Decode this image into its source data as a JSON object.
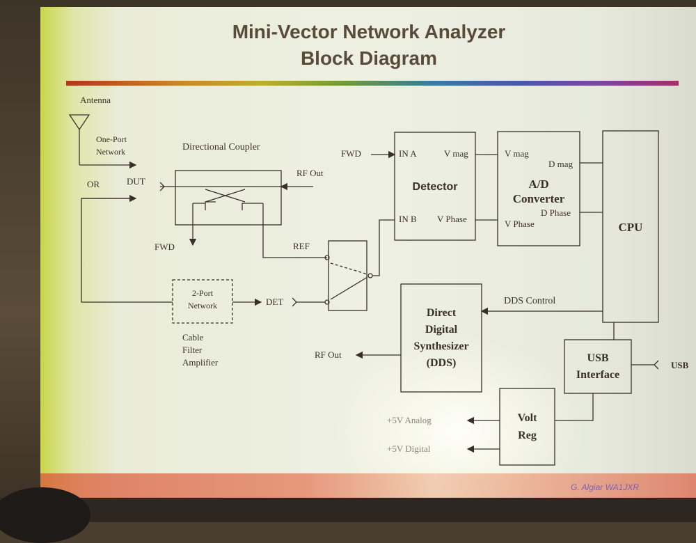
{
  "slide": {
    "title_line1": "Mini-Vector Network  Analyzer",
    "title_line2": "Block Diagram",
    "credit": "G. Algiar WA1JXR"
  },
  "labels": {
    "antenna": "Antenna",
    "one_port_1": "One-Port",
    "one_port_2": "Network",
    "directional_coupler": "Directional Coupler",
    "rf_out_top": "RF Out",
    "or": "OR",
    "dut": "DUT",
    "fwd_left": "FWD",
    "ref": "REF",
    "two_port_1": "2-Port",
    "two_port_2": "Network",
    "det": "DET",
    "cable": "Cable",
    "filter": "Filter",
    "amplifier": "Amplifier",
    "fwd_in": "FWD",
    "in_a": "IN A",
    "in_b": "IN B",
    "v_mag_out": "V mag",
    "v_phase_out": "V Phase",
    "detector": "Detector",
    "v_mag_in": "V mag",
    "v_phase_in": "V Phase",
    "d_mag": "D mag",
    "d_phase": "D Phase",
    "ad_1": "A/D",
    "ad_2": "Converter",
    "cpu": "CPU",
    "dds_control": "DDS Control",
    "dds_1": "Direct",
    "dds_2": "Digital",
    "dds_3": "Synthesizer",
    "dds_4": "(DDS)",
    "rf_out_dds": "RF Out",
    "usb_1": "USB",
    "usb_2": "Interface",
    "usb_port": "USB",
    "volt_1": "Volt",
    "volt_2": "Reg",
    "analog": "+5V Analog",
    "digital": "+5V Digital"
  },
  "colors": {
    "line": "#3a2f28",
    "title": "#5a4a3a",
    "credit": "#7a62b0"
  }
}
